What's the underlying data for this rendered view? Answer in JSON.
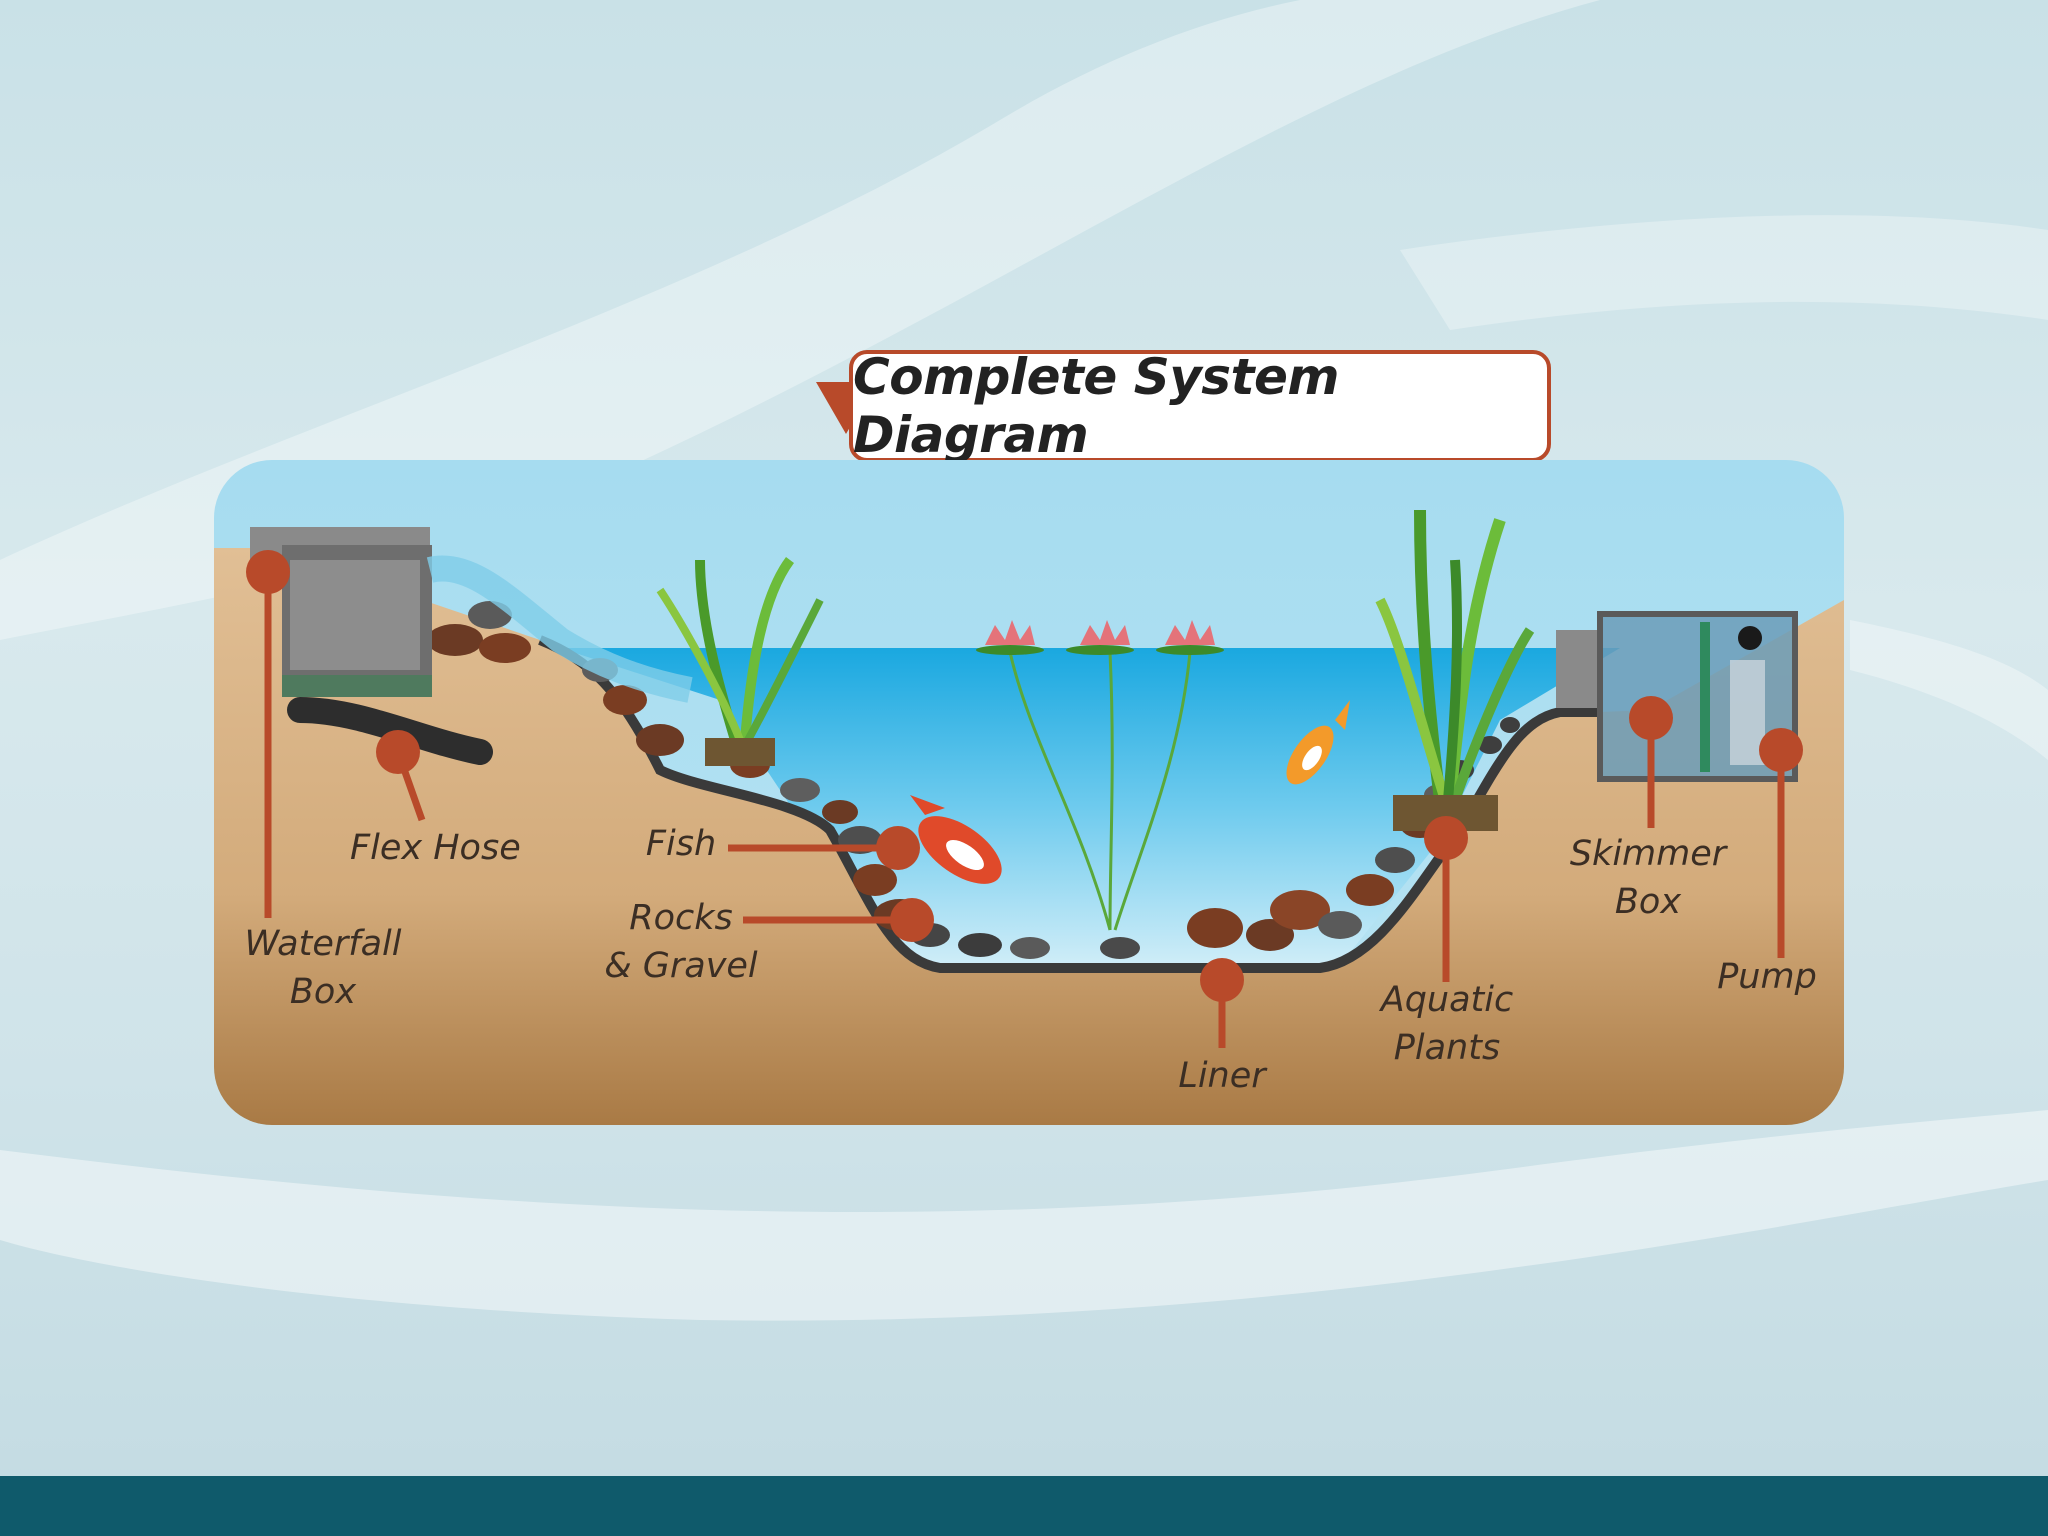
{
  "title": "Complete System Diagram",
  "labels": {
    "waterfall_box": [
      "Waterfall",
      "Box"
    ],
    "flex_hose": "Flex Hose",
    "fish": "Fish",
    "rocks_gravel": [
      "Rocks",
      "& Gravel"
    ],
    "liner": "Liner",
    "aquatic_plants": [
      "Aquatic",
      "Plants"
    ],
    "skimmer_box": [
      "Skimmer",
      "Box"
    ],
    "pump": "Pump"
  },
  "colors": {
    "accent": "#b84a2a",
    "sky": "#a9dcef",
    "water": "#2fb2e3",
    "soil": "#d9b48a",
    "footer": "#0f5a6b"
  }
}
